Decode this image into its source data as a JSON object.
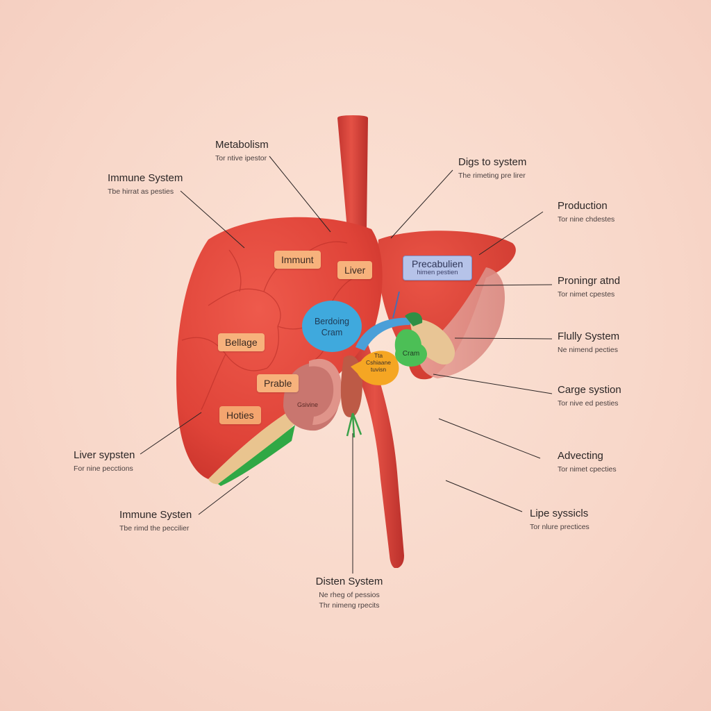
{
  "callouts": {
    "metabolism": {
      "title": "Metabolism",
      "sub": "Tor ntive ipestor"
    },
    "immune_top": {
      "title": "Immune System",
      "sub": "Tbe hirrat as pesties"
    },
    "digestive": {
      "title": "Digs to system",
      "sub": "The rimeting pre lirer"
    },
    "production": {
      "title": "Production",
      "sub": "Tor nine chdestes"
    },
    "proning": {
      "title": "Proningr atnd",
      "sub": "Tor nimet cpestes"
    },
    "flully": {
      "title": "Flully System",
      "sub": "Ne nimend pecties"
    },
    "carge": {
      "title": "Carge systion",
      "sub": "Tor nive ed pesties"
    },
    "advecting": {
      "title": "Advecting",
      "sub": "Tor nimet cpecties"
    },
    "lipe": {
      "title": "Lipe syssicls",
      "sub": "Tor nlure prectices"
    },
    "liver_sypsten": {
      "title": "Liver sypsten",
      "sub": "For nine pecctions"
    },
    "immune_bottom": {
      "title": "Immune Systen",
      "sub": "Tbe rimd the peccilier"
    },
    "disten": {
      "title": "Disten System",
      "sub": "Ne rheg of pessios",
      "sub2": "Thr nimeng rpecits"
    }
  },
  "tags": {
    "immunt": "Immunt",
    "liver": "Liver",
    "bellage": "Bellage",
    "prable": "Prable",
    "hoties": "Hoties",
    "precabulien": "Precabulien",
    "precabulien_sub": "himen pestien"
  },
  "bubbles": {
    "blue": {
      "line1": "Berdoing",
      "line2": "Cram"
    },
    "yellow": {
      "line1": "Tta",
      "line2": "Cshiaane",
      "line3": "tuvisn"
    },
    "green": "Cram",
    "gall": "Gsivine"
  },
  "colors": {
    "background": "#f8d7c9",
    "liver_red": "#e0473c",
    "vessel": "#d9413a",
    "tag_orange": "#f7b27c",
    "tag_blue": "#b6c3e9",
    "bubble_blue": "#3fa9dd",
    "bubble_yellow": "#f5a623",
    "bubble_green": "#4cbf56"
  }
}
